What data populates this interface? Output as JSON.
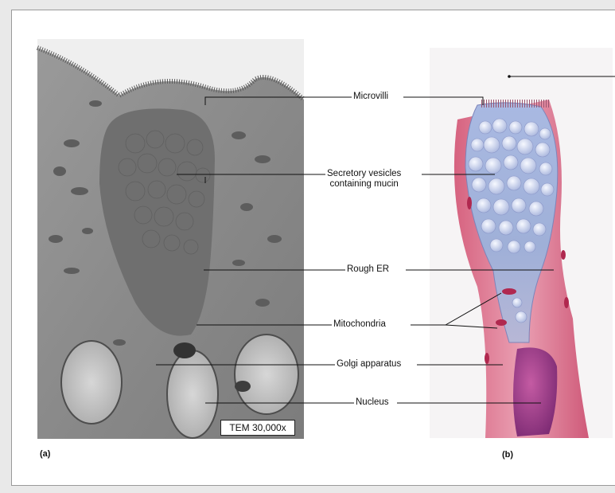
{
  "figure": {
    "labels": {
      "microvilli": "Microvilli",
      "secretory_line1": "Secretory vesicles",
      "secretory_line2": "containing mucin",
      "rough_er": "Rough ER",
      "mitochondria": "Mitochondria",
      "golgi": "Golgi apparatus",
      "nucleus": "Nucleus"
    },
    "scale_bar": "TEM 30,000x",
    "panel_a": "(a)",
    "panel_b": "(b)"
  }
}
